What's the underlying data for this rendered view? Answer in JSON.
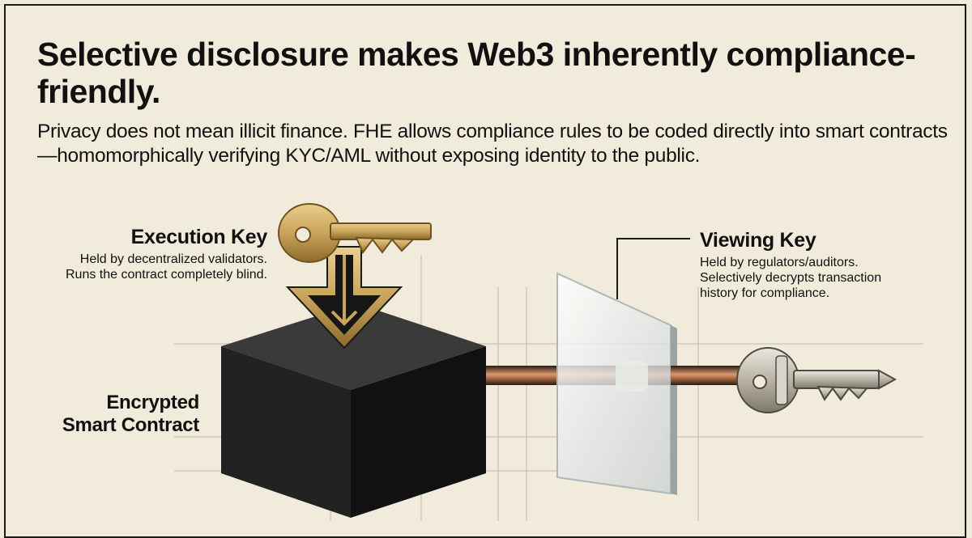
{
  "header": {
    "title": "Selective disclosure makes Web3 inherently compliance-friendly.",
    "subtitle": "Privacy does not mean illicit finance. FHE allows compliance rules to be coded directly into smart contracts—homomorphically verifying KYC/AML without exposing identity to the public."
  },
  "execution_key": {
    "title": "Execution Key",
    "description": "Held by decentralized validators.\nRuns the contract completely blind.",
    "icon": "gold-key-icon"
  },
  "viewing_key": {
    "title": "Viewing Key",
    "description": "Held by regulators/auditors.\nSelectively decrypts transaction\nhistory for compliance.",
    "icon": "silver-key-icon"
  },
  "contract": {
    "label": "Encrypted\nSmart Contract",
    "icon": "black-cube-icon"
  },
  "colors": {
    "background": "#f1ebdb",
    "gold": "#c9a45a",
    "silver": "#b8b3a6",
    "cube": "#1b1b1b",
    "wire": "#b8744a"
  }
}
